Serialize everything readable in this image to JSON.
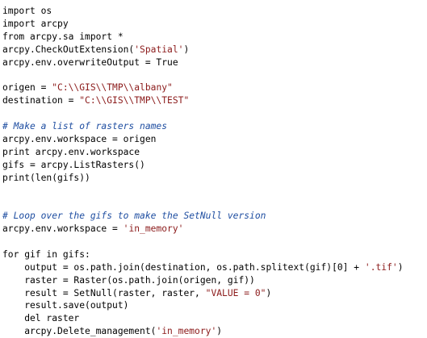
{
  "editor": {
    "lines": [
      {
        "tokens": [
          {
            "t": "import os",
            "k": "plain"
          }
        ]
      },
      {
        "tokens": [
          {
            "t": "import arcpy",
            "k": "plain"
          }
        ]
      },
      {
        "tokens": [
          {
            "t": "from arcpy.sa import *",
            "k": "plain"
          }
        ]
      },
      {
        "tokens": [
          {
            "t": "arcpy.CheckOutExtension(",
            "k": "plain"
          },
          {
            "t": "'Spatial'",
            "k": "str"
          },
          {
            "t": ")",
            "k": "plain"
          }
        ]
      },
      {
        "tokens": [
          {
            "t": "arcpy.env.overwriteOutput = True",
            "k": "plain"
          }
        ]
      },
      {
        "tokens": []
      },
      {
        "tokens": [
          {
            "t": "origen = ",
            "k": "plain"
          },
          {
            "t": "\"C:\\\\GIS\\\\TMP\\\\albany\"",
            "k": "str"
          }
        ]
      },
      {
        "tokens": [
          {
            "t": "destination = ",
            "k": "plain"
          },
          {
            "t": "\"C:\\\\GIS\\\\TMP\\\\TEST\"",
            "k": "str"
          }
        ]
      },
      {
        "tokens": []
      },
      {
        "tokens": [
          {
            "t": "# Make a list of rasters names",
            "k": "comment"
          }
        ]
      },
      {
        "tokens": [
          {
            "t": "arcpy.env.workspace = origen",
            "k": "plain"
          }
        ]
      },
      {
        "tokens": [
          {
            "t": "print arcpy.env.workspace",
            "k": "plain"
          }
        ]
      },
      {
        "tokens": [
          {
            "t": "gifs = arcpy.ListRasters()",
            "k": "plain"
          }
        ]
      },
      {
        "tokens": [
          {
            "t": "print(len(gifs))",
            "k": "plain"
          }
        ]
      },
      {
        "tokens": []
      },
      {
        "tokens": []
      },
      {
        "tokens": [
          {
            "t": "# Loop over the gifs to make the SetNull version",
            "k": "comment"
          }
        ]
      },
      {
        "tokens": [
          {
            "t": "arcpy.env.workspace = ",
            "k": "plain"
          },
          {
            "t": "'in_memory'",
            "k": "str"
          }
        ]
      },
      {
        "tokens": []
      },
      {
        "tokens": [
          {
            "t": "for gif in gifs:",
            "k": "plain"
          }
        ]
      },
      {
        "tokens": [
          {
            "t": "    output = os.path.join(destination, os.path.splitext(gif)[0] + ",
            "k": "plain"
          },
          {
            "t": "'.tif'",
            "k": "str"
          },
          {
            "t": ")",
            "k": "plain"
          }
        ]
      },
      {
        "tokens": [
          {
            "t": "    raster = Raster(os.path.join(origen, gif))",
            "k": "plain"
          }
        ]
      },
      {
        "tokens": [
          {
            "t": "    result = SetNull(raster, raster, ",
            "k": "plain"
          },
          {
            "t": "\"VALUE = 0\"",
            "k": "str"
          },
          {
            "t": ")",
            "k": "plain"
          }
        ]
      },
      {
        "tokens": [
          {
            "t": "    result.save(output)",
            "k": "plain"
          }
        ]
      },
      {
        "tokens": [
          {
            "t": "    del raster",
            "k": "plain"
          }
        ]
      },
      {
        "tokens": [
          {
            "t": "    arcpy.Delete_management(",
            "k": "plain"
          },
          {
            "t": "'in_memory'",
            "k": "str"
          },
          {
            "t": ")",
            "k": "plain"
          }
        ]
      }
    ]
  }
}
